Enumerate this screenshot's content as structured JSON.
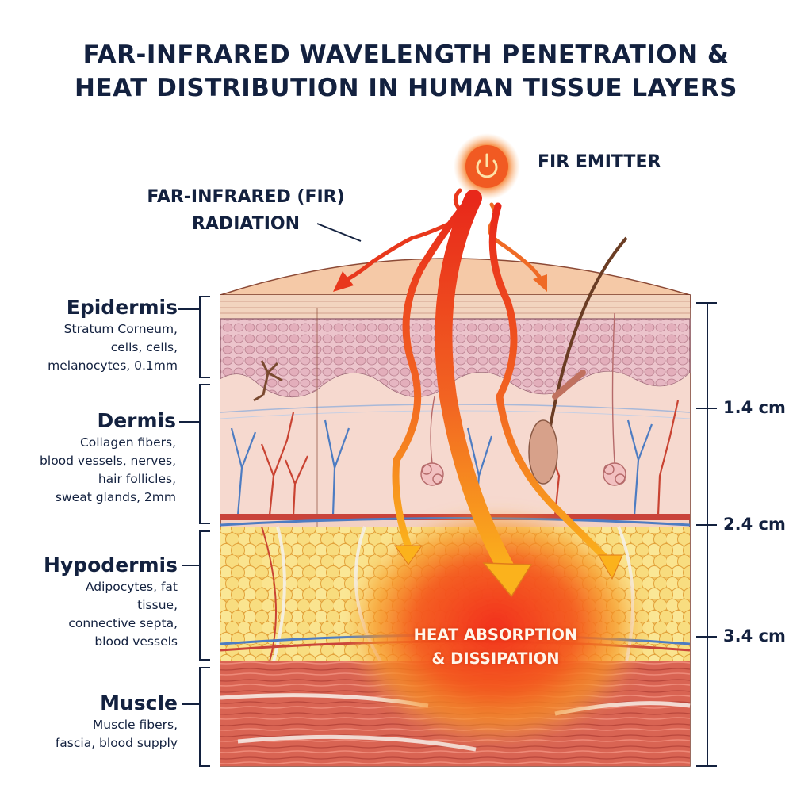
{
  "title": {
    "line1": "FAR-INFRARED WAVELENGTH PENETRATION &",
    "line2": "HEAT DISTRIBUTION IN HUMAN TISSUE LAYERS"
  },
  "emitter": {
    "label": "FIR EMITTER",
    "icon": "power-icon",
    "color": "#f36a1f"
  },
  "radiation": {
    "label_line1": "FAR-INFRARED (FIR)",
    "label_line2": "RADIATION",
    "color": "#e8381c"
  },
  "layers": [
    {
      "name": "Epidermis",
      "desc": [
        "Stratum Corneum,",
        "cells, cells,",
        "melanocytes, 0.1mm"
      ],
      "color": "#e9c3c9"
    },
    {
      "name": "Dermis",
      "desc": [
        "Collagen fibers,",
        "blood vessels, nerves,",
        "hair follicles,",
        "sweat glands, 2mm"
      ],
      "color": "#f6d6cc"
    },
    {
      "name": "Hypodermis",
      "desc": [
        "Adipocytes, fat",
        "tissue,",
        "connective septa,",
        "blood vessels"
      ],
      "color": "#f7d46a"
    },
    {
      "name": "Muscle",
      "desc": [
        "Muscle fibers,",
        "fascia, blood supply"
      ],
      "color": "#d9695a"
    }
  ],
  "depth_scale": {
    "ticks": [
      "1.4 cm",
      "2.4 cm",
      "3.4 cm"
    ]
  },
  "heat_zone": {
    "line1": "HEAT ABSORPTION",
    "line2": "& DISSIPATION",
    "color": "#f2421c"
  }
}
